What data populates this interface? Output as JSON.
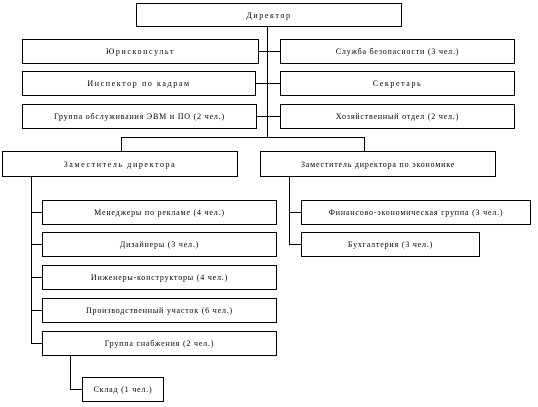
{
  "org_chart": {
    "director": "Директор",
    "left_staff": [
      "Юрисконсульт",
      "Инспектор по кадрам",
      "Группа обслуживания ЭВМ и ПО (2 чел.)"
    ],
    "right_staff": [
      "Служба безопасности (3 чел.)",
      "Секретарь",
      "Хозяйственный отдел (2 чел.)"
    ],
    "deputy": {
      "title": "Заместитель директора",
      "units": [
        "Менеджеры по рекламе (4 чел.)",
        "Дизайнеры (3 чел.)",
        "Инженеры-конструкторы (4 чел.)",
        "Производственный участок (6 чел.)",
        "Группа снабжения (2 чел.)"
      ],
      "sub_unit": "Склад (1 чел.)"
    },
    "deputy_economics": {
      "title": "Заместитель директора по экономике",
      "units": [
        "Финансово-экономическая группа (3 чел.)",
        "Бухгалтерия (3 чел.)"
      ]
    }
  }
}
